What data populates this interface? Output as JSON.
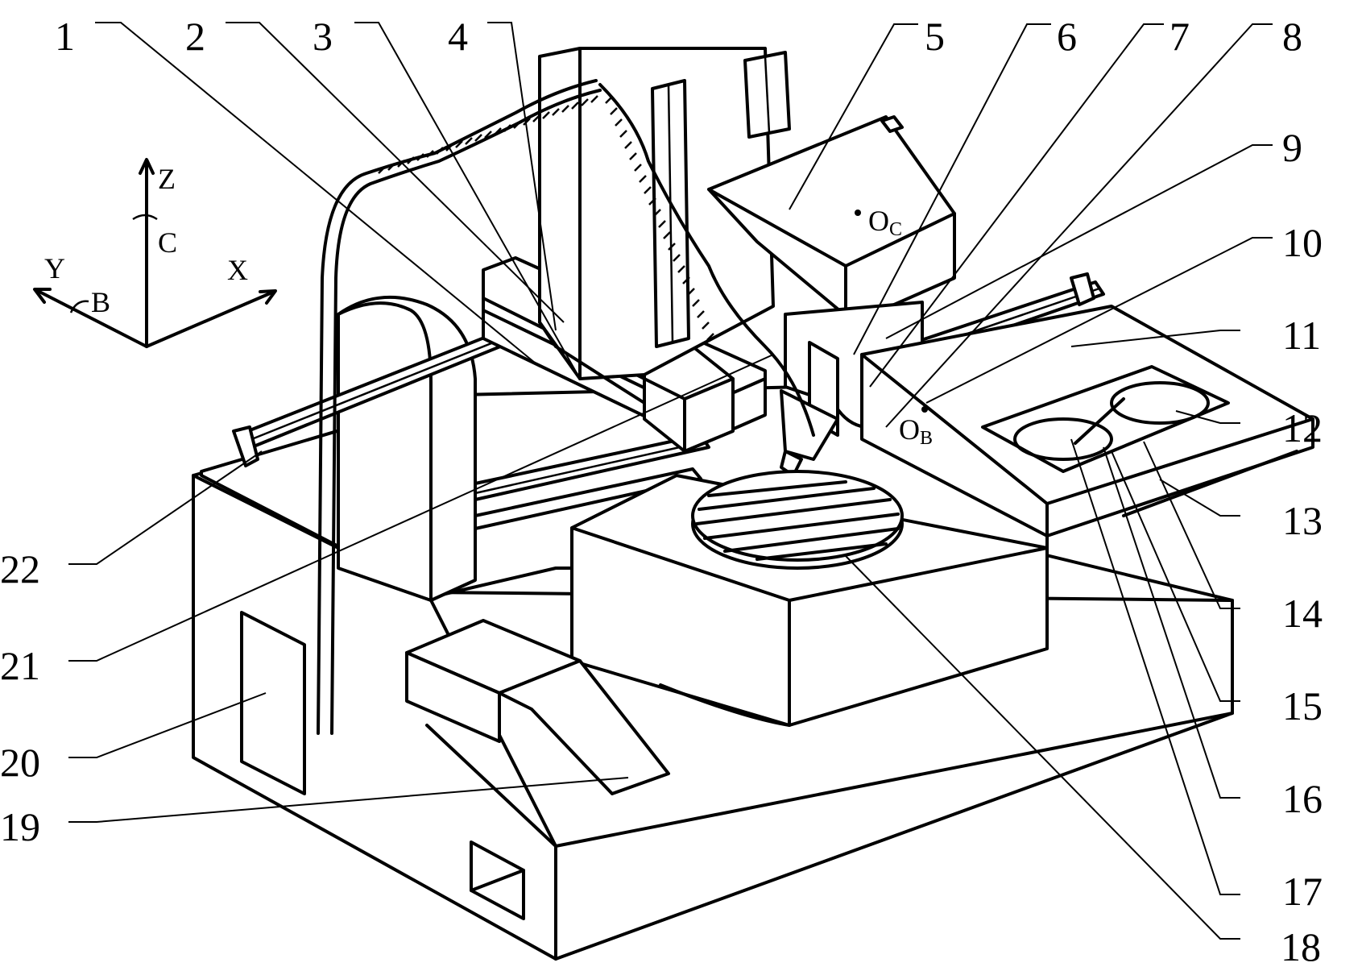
{
  "part_labels": [
    "1",
    "2",
    "3",
    "4",
    "5",
    "6",
    "7",
    "8",
    "9",
    "10",
    "11",
    "12",
    "13",
    "14",
    "15",
    "16",
    "17",
    "18",
    "19",
    "20",
    "21",
    "22"
  ],
  "axes": {
    "z": "Z",
    "c": "C",
    "y": "Y",
    "b": "B",
    "x": "X"
  },
  "points": {
    "oc": {
      "main": "O",
      "sub": "C"
    },
    "ob": {
      "main": "O",
      "sub": "B"
    }
  },
  "colors": {
    "line": "#000000",
    "background": "#ffffff"
  }
}
